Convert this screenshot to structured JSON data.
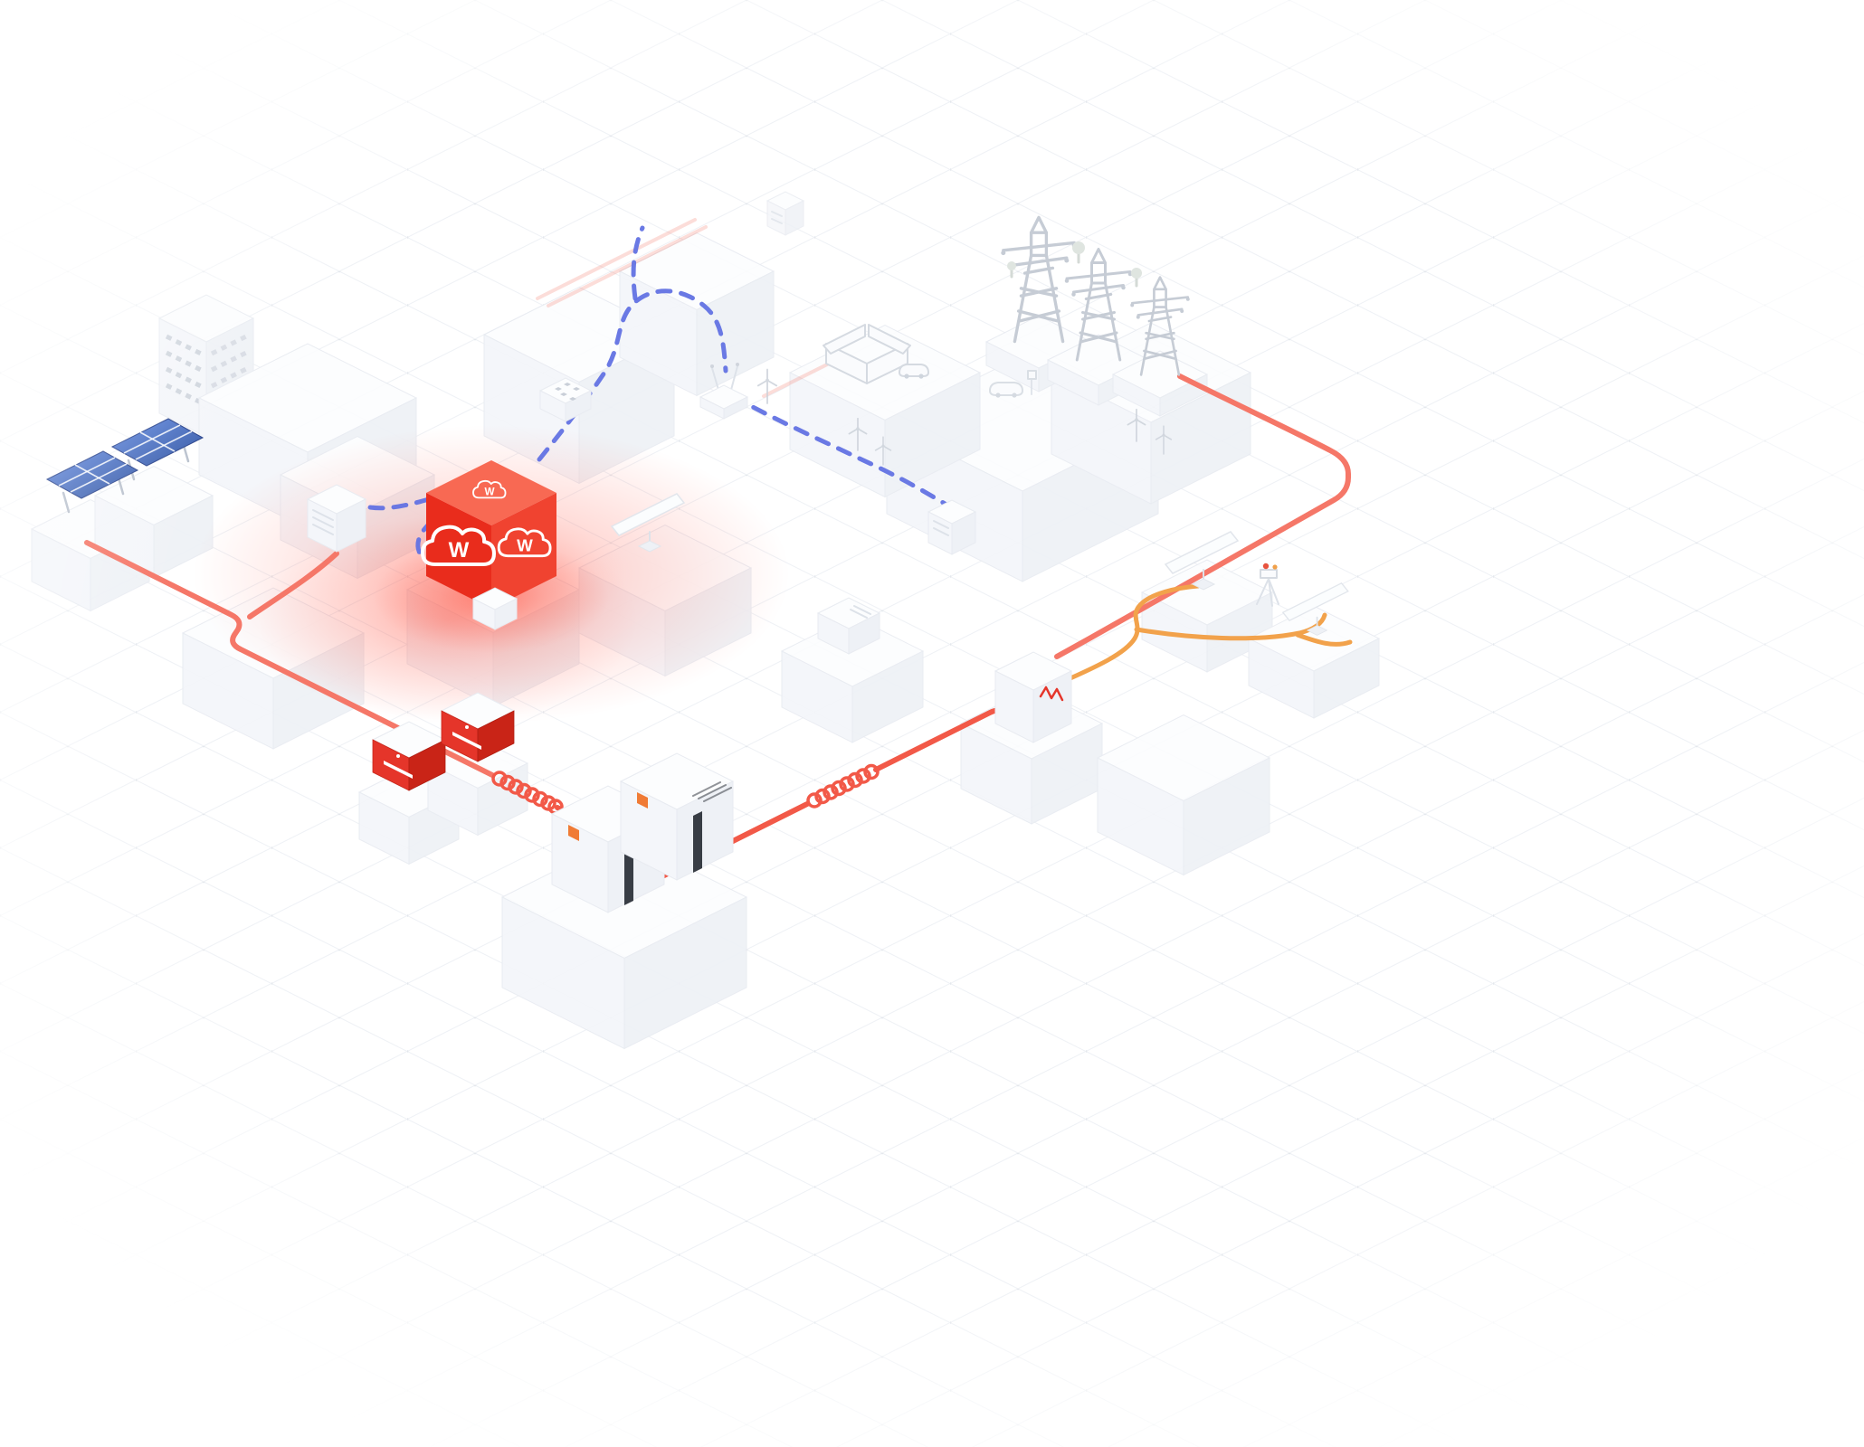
{
  "colors": {
    "background": "#ffffff",
    "grid_line": "#dfe4ec",
    "block_top": "#fcfdfe",
    "block_left": "#f4f6fa",
    "block_right": "#eef1f6",
    "block_stroke": "#e8ebf1",
    "cube_top": "#f8553c",
    "cube_left": "#e92c1c",
    "cube_right": "#f04330",
    "glow_red": "#ff4532",
    "line_red": "#f57768",
    "line_red_deep": "#f25948",
    "line_orange": "#f2a24b",
    "line_blue": "#6272e3",
    "solar_blue": "#4a72d2",
    "solar_blue_dark": "#2f55ae",
    "inverter_red": "#e5352a",
    "slot_dark": "#383d45",
    "detail_orange": "#f07b35",
    "structure_gray": "#c6ccd5"
  },
  "cube": {
    "logo_letter": "W"
  },
  "nodes": [
    {
      "name": "cloud-ems-cube",
      "badge": "W"
    },
    {
      "name": "solar-panels",
      "count": 2
    },
    {
      "name": "inverter-boxes",
      "count": 2
    },
    {
      "name": "battery-cabinets",
      "count": 2
    },
    {
      "name": "transmission-towers",
      "count": 3
    },
    {
      "name": "house"
    },
    {
      "name": "wifi-router"
    },
    {
      "name": "wind-turbines",
      "count": 5
    },
    {
      "name": "monitors",
      "count": 3
    },
    {
      "name": "grid-cabinet"
    },
    {
      "name": "surveying-tripod"
    }
  ],
  "lines": [
    {
      "name": "power-line-red",
      "style": "solid"
    },
    {
      "name": "data-line-blue",
      "style": "dashed"
    },
    {
      "name": "flex-line-orange",
      "style": "solid"
    }
  ]
}
